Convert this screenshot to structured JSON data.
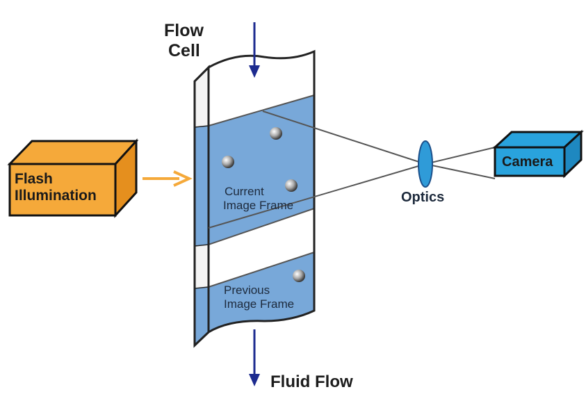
{
  "labels": {
    "flow_cell": [
      "Flow",
      "Cell"
    ],
    "flash": [
      "Flash",
      "Illumination"
    ],
    "current_frame": [
      "Current",
      "Image Frame"
    ],
    "previous_frame": [
      "Previous",
      "Image Frame"
    ],
    "optics": "Optics",
    "camera": "Camera",
    "fluid_flow": "Fluid Flow"
  },
  "colors": {
    "flash_box": "#f5a93a",
    "arrow_orange": "#f5a93a",
    "frame_blue": "#75a6d8",
    "camera_box": "#29a3dd",
    "lens": "#2f9bd8",
    "flow_arrow": "#1d2b8f",
    "outline": "#222222",
    "particle": "#b8b8b8"
  }
}
